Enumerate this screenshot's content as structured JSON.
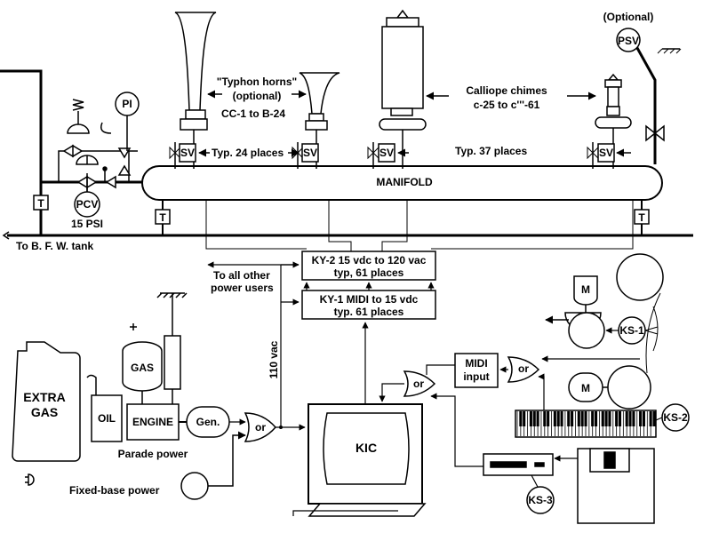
{
  "labels": {
    "optional_psv": "(Optional)",
    "psv": "PSV",
    "pi": "PI",
    "typhon_horns": "\"Typhon horns\"",
    "optional": "(optional)",
    "cc_range": "CC-1 to  B-24",
    "calliope_chimes": "Calliope chimes",
    "chime_range": "c-25 to c'''-61",
    "sv": "SV",
    "typ24": "Typ. 24 places",
    "typ37": "Typ. 37 places",
    "manifold": "MANIFOLD",
    "pcv": "PCV",
    "psi": "15 PSI",
    "t": "T",
    "bfw": "To B. F. W. tank",
    "ky2_line1": "KY-2 15 vdc to 120 vac",
    "ky2_line2": "typ, 61 places",
    "ky1_line1": "KY-1 MIDI to 15 vdc",
    "ky1_line2": "typ. 61 places",
    "other_users_1": "To all other",
    "other_users_2": "power users",
    "vac110": "110 vac",
    "extra": "EXTRA",
    "gas_big": "GAS",
    "gas": "GAS",
    "oil": "OIL",
    "engine": "ENGINE",
    "gen": "Gen.",
    "or": "or",
    "parade_power": "Parade power",
    "fixed_base_power": "Fixed-base power",
    "kic": "KIC",
    "midi1": "MIDI",
    "midi2": "input",
    "m": "M",
    "ks1": "KS-1",
    "ks2": "KS-2",
    "ks3": "KS-3"
  }
}
